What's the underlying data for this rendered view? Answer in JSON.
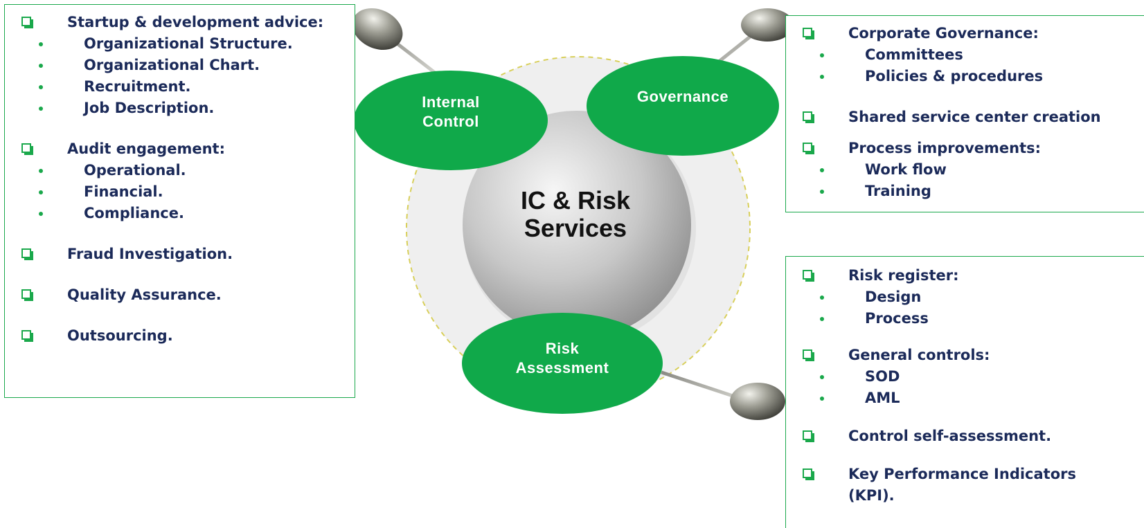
{
  "center": {
    "line1": "IC & Risk",
    "line2": "Services"
  },
  "bubbles": {
    "internal_control": {
      "line1": "Internal",
      "line2": "Control"
    },
    "governance": {
      "line1": "Governance"
    },
    "risk_assessment": {
      "line1": "Risk",
      "line2": "Assessment"
    }
  },
  "colors": {
    "bubble_green": "#10a94a",
    "box_border": "#1aa84b",
    "text_navy": "#1b2a59",
    "ring_dash": "#d8cf5a"
  },
  "left_panel": {
    "items": [
      {
        "text": "Startup & development advice:",
        "subs": [
          "Organizational Structure.",
          "Organizational Chart.",
          "Recruitment.",
          "Job Description."
        ]
      },
      {
        "text": "Audit engagement:",
        "subs": [
          "Operational.",
          "Financial.",
          "Compliance."
        ]
      },
      {
        "text": "Fraud Investigation.",
        "subs": []
      },
      {
        "text": "Quality Assurance.",
        "subs": []
      },
      {
        "text": "Outsourcing.",
        "subs": []
      }
    ]
  },
  "right_top_panel": {
    "items": [
      {
        "text": "Corporate Governance:",
        "subs": [
          "Committees",
          "Policies & procedures"
        ]
      },
      {
        "text": "Shared service center creation",
        "subs": []
      },
      {
        "text": "Process improvements:",
        "subs": [
          "Work flow",
          "Training"
        ]
      }
    ]
  },
  "right_bottom_panel": {
    "items": [
      {
        "text": "Risk register:",
        "subs": [
          "Design",
          "Process"
        ]
      },
      {
        "text": "General controls:",
        "subs": [
          "SOD",
          "AML"
        ]
      },
      {
        "text": "Control self-assessment.",
        "subs": []
      },
      {
        "text": "Key Performance Indicators (KPI).",
        "subs": []
      }
    ]
  }
}
